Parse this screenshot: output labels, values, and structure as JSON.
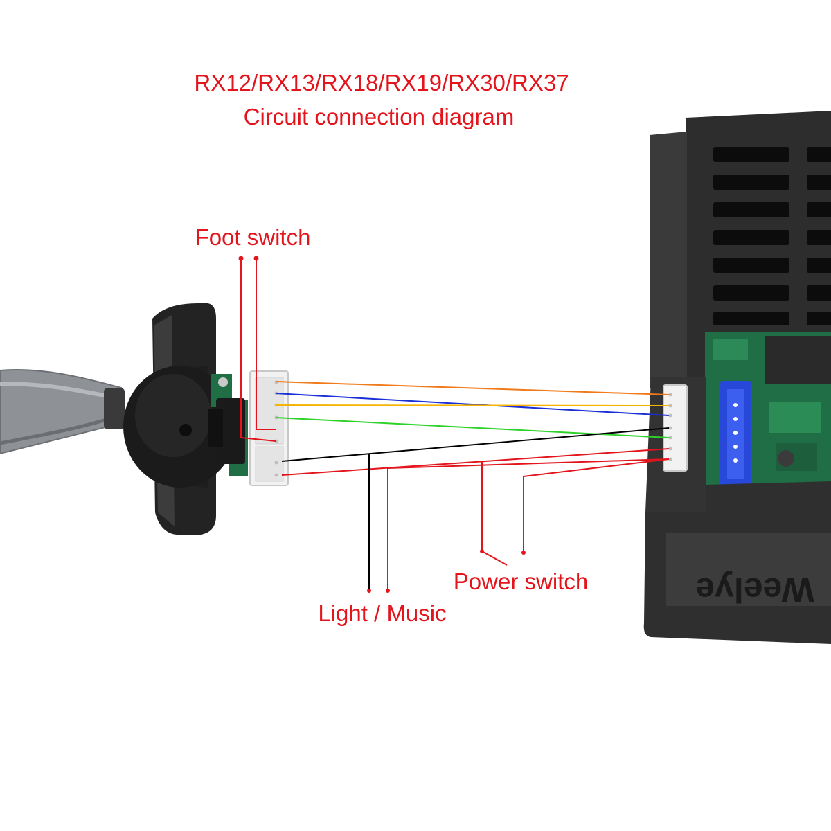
{
  "title": {
    "line1": "RX12/RX13/RX18/RX19/RX30/RX37",
    "line2": "Circuit connection diagram"
  },
  "labels": {
    "foot_switch": "Foot switch",
    "power_switch": "Power switch",
    "light_music": "Light / Music"
  },
  "receiver": {
    "brand_text": "Weelye"
  },
  "colors": {
    "label_red": "#e3141b",
    "wire_orange": "#f07a1a",
    "wire_blue": "#1a2fd6",
    "wire_yellow": "#f5b400",
    "wire_green": "#2fd22a",
    "wire_black": "#000000",
    "wire_red": "#e3141b",
    "housing": "#2b2b2b",
    "pcb_green": "#1f6e45",
    "connector_blue": "#2748d8"
  },
  "icons": {
    "foot_pedal": "foot-pedal-icon",
    "receiver_box": "receiver-box-icon"
  }
}
